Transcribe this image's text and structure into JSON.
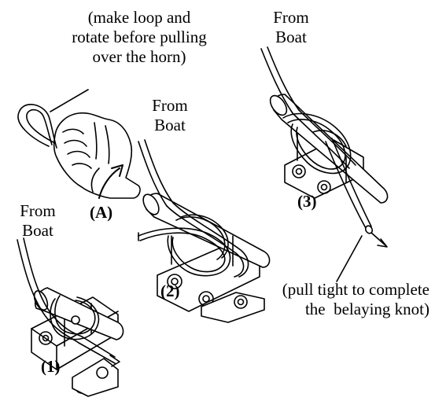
{
  "labels": {
    "note_loop": [
      "(make loop and",
      "rotate before pulling",
      "over the horn)"
    ],
    "from_boat_1": [
      "From",
      "Boat"
    ],
    "from_boat_2": [
      "From",
      "Boat"
    ],
    "from_boat_3": [
      "From",
      "Boat"
    ],
    "step_a": "(A)",
    "step_1": "(1)",
    "step_2": "(2)",
    "step_3": "(3)",
    "note_pull": [
      "(pull tight to complete",
      "the  belaying knot)"
    ]
  },
  "colors": {
    "line": "#000000",
    "fill": "#ffffff",
    "shade": "#e6e6e6"
  }
}
